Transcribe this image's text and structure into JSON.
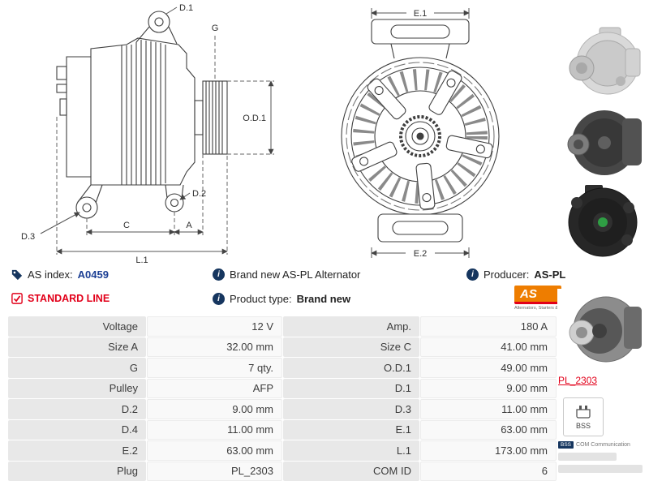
{
  "info": {
    "as_index": {
      "label": "AS index:",
      "value": "A0459"
    },
    "brand_new_text": "Brand new AS-PL Alternator",
    "producer": {
      "label": "Producer:",
      "value": "AS-PL"
    },
    "standard_line": "STANDARD LINE",
    "product_type": {
      "label": "Product type:",
      "value": "Brand new"
    },
    "logo": {
      "text": "AS",
      "tagline": "Alternators, Starters & Parts"
    }
  },
  "diagram": {
    "side": {
      "d1": "D.1",
      "g": "G",
      "od1": "O.D.1",
      "d2": "D.2",
      "d3": "D.3",
      "c": "C",
      "a": "A",
      "l1": "L.1"
    },
    "front": {
      "e1": "E.1",
      "e2": "E.2"
    }
  },
  "sidebar": {
    "plug_code": "PL_2303",
    "bss": "BSS",
    "com_badge": "BSS",
    "com_text": "COM Communication"
  },
  "table": {
    "rows": [
      {
        "l1": "Voltage",
        "v1": "12 V",
        "l2": "Amp.",
        "v2": "180 A"
      },
      {
        "l1": "Size A",
        "v1": "32.00 mm",
        "l2": "Size C",
        "v2": "41.00 mm"
      },
      {
        "l1": "G",
        "v1": "7 qty.",
        "l2": "O.D.1",
        "v2": "49.00 mm"
      },
      {
        "l1": "Pulley",
        "v1": "AFP",
        "l2": "D.1",
        "v2": "9.00 mm"
      },
      {
        "l1": "D.2",
        "v1": "9.00 mm",
        "l2": "D.3",
        "v2": "11.00 mm"
      },
      {
        "l1": "D.4",
        "v1": "11.00 mm",
        "l2": "E.1",
        "v2": "63.00 mm"
      },
      {
        "l1": "E.2",
        "v1": "63.00 mm",
        "l2": "L.1",
        "v2": "173.00 mm"
      },
      {
        "l1": "Plug",
        "v1": "PL_2303",
        "l2": "COM ID",
        "v2": "6"
      }
    ]
  },
  "colors": {
    "accent_blue": "#1c3f94",
    "accent_red": "#e2001a",
    "brand_orange": "#ee7d00",
    "icon_navy": "#16365f"
  }
}
